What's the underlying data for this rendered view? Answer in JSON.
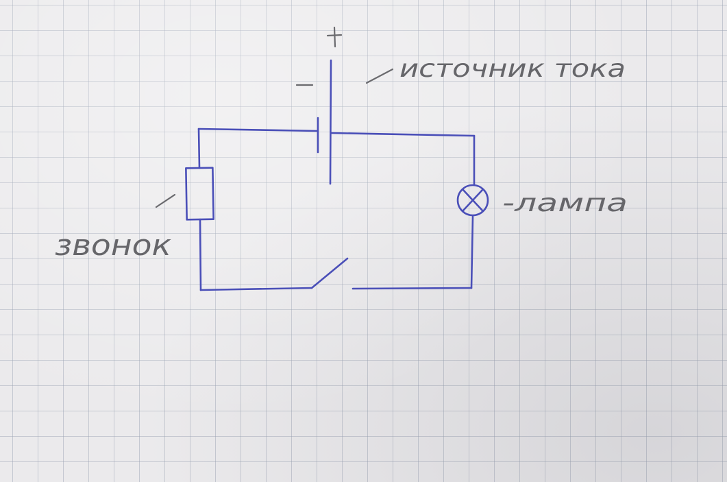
{
  "diagram": {
    "battery": {
      "plus_sign": "+",
      "minus_sign": "-",
      "label": "источник тока"
    },
    "lamp": {
      "label": "-лампа"
    },
    "bell": {
      "label": "звонок"
    },
    "colors": {
      "ink": "#4a4fb8",
      "pencil": "#66666a",
      "paper": "#ebeaec",
      "grid": "#96a0af"
    }
  }
}
